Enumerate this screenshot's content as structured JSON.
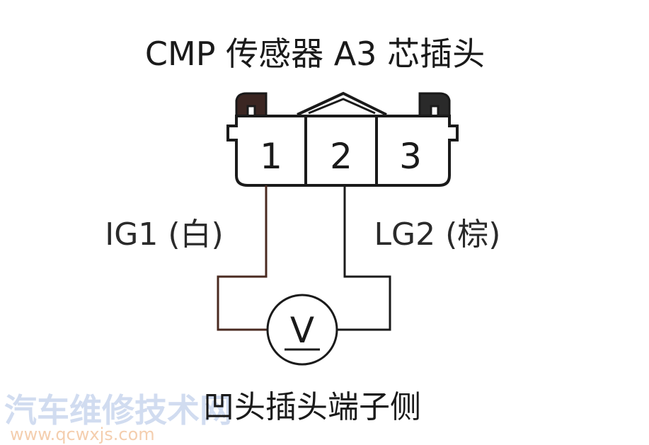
{
  "title": "CMP 传感器 A3 芯插头",
  "connector": {
    "pins": [
      "1",
      "2",
      "3"
    ]
  },
  "wires": {
    "left_label": "IG1 (白)",
    "right_label": "LG2 (棕)",
    "left_color": "#4a2a20",
    "right_color": "#4a2a20"
  },
  "voltmeter": {
    "symbol": "V"
  },
  "bottom_caption": "凹头插头端子侧",
  "watermark": {
    "text": "汽车维修技术网",
    "url": "www.qcwxjs.com"
  },
  "colors": {
    "line": "#1a1a1a",
    "wire": "#4a2a20",
    "watermark_text": "#c9d6ee",
    "watermark_url": "#f3c9a6"
  }
}
